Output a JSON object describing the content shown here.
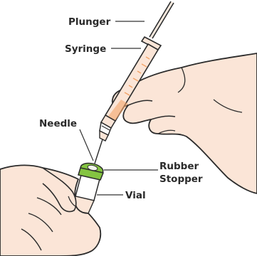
{
  "labels": {
    "plunger": "Plunger",
    "syringe": "Syringe",
    "needle": "Needle",
    "rubber_stopper_line1": "Rubber",
    "rubber_stopper_line2": "Stopper",
    "vial": "Vial"
  },
  "colors": {
    "skin": "#fbe5d7",
    "outline": "#2b2b2b",
    "stopper_green": "#84c441",
    "syringe_orange": "#f3a56a",
    "leader_line": "#333333"
  }
}
